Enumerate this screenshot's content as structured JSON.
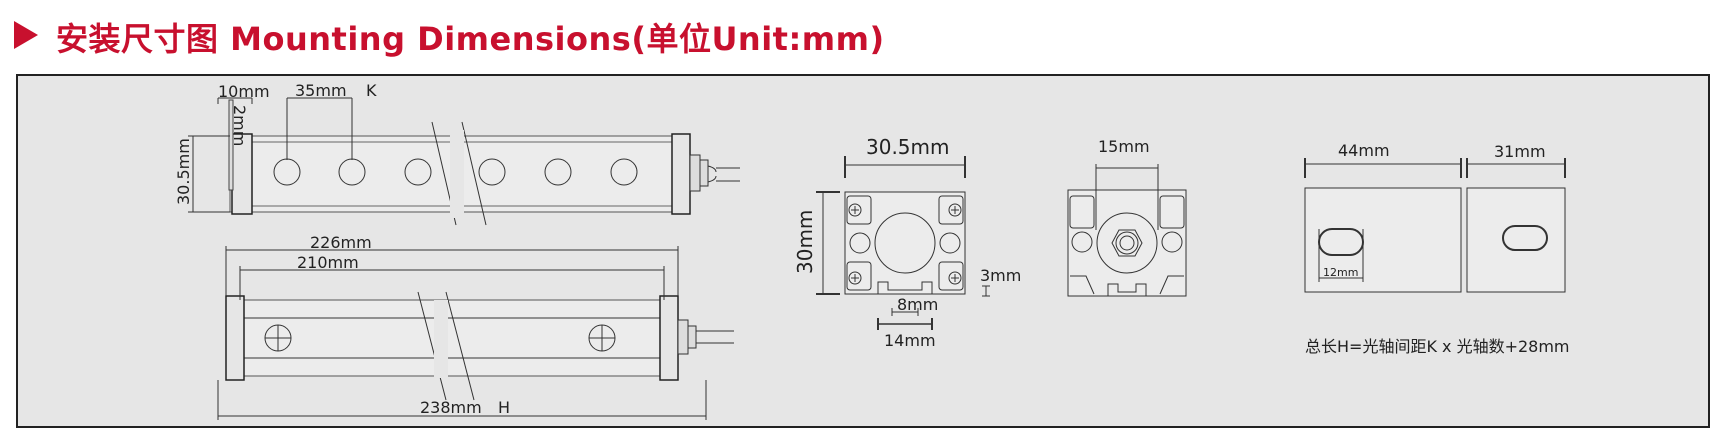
{
  "header": {
    "title": "安装尺寸图 Mounting Dimensions(单位Unit:mm)"
  },
  "dims": {
    "d10": "10mm",
    "d35": "35mm",
    "k": "K",
    "d2": "2mm",
    "d305": "30.5mm",
    "d226": "226mm",
    "d210": "210mm",
    "d238": "238mm",
    "h": "H",
    "end_w": "30.5mm",
    "end_h": "30mm",
    "d3": "3mm",
    "d8": "8mm",
    "d14": "14mm",
    "d15": "15mm",
    "d44": "44mm",
    "d31": "31mm",
    "d12": "12mm"
  },
  "formula": "总长H=光轴间距K  x  光轴数+28mm"
}
